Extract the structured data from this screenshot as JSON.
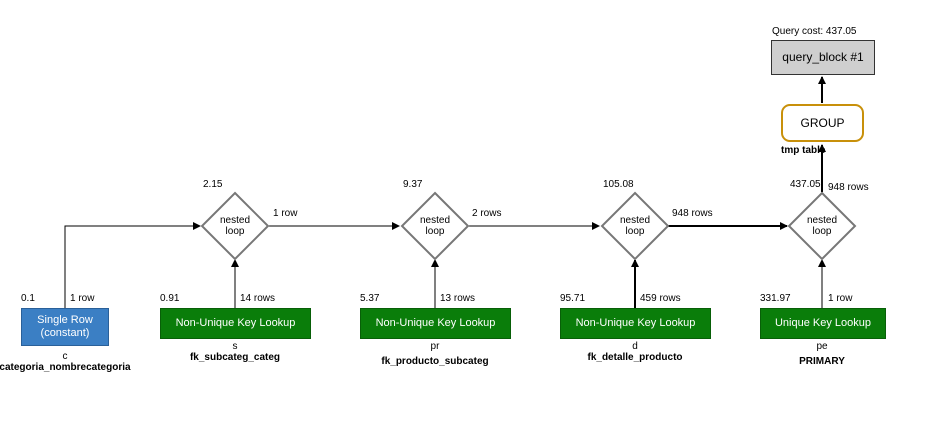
{
  "query_cost": "Query cost: 437.05",
  "query_block": "query_block #1",
  "group": {
    "label": "GROUP",
    "sub": "tmp table"
  },
  "nested_loops": [
    {
      "label": "nested loop",
      "cost": "2.15",
      "rows_out": "1 row"
    },
    {
      "label": "nested loop",
      "cost": "9.37",
      "rows_out": "2 rows"
    },
    {
      "label": "nested loop",
      "cost": "105.08",
      "rows_out": "948 rows"
    },
    {
      "label": "nested loop",
      "cost": "437.05",
      "rows_out": "948 rows"
    }
  ],
  "tables": [
    {
      "access": "Single Row (constant)",
      "access_line1": "Single Row",
      "access_line2": "(constant)",
      "cost": "0.1",
      "rows": "1 row",
      "alias": "c",
      "key": "categoria_nombrecategoria",
      "color": "#3b7fc4"
    },
    {
      "access": "Non-Unique Key Lookup",
      "cost": "0.91",
      "rows": "14 rows",
      "alias": "s",
      "key": "fk_subcateg_categ",
      "color": "#0a7d0a"
    },
    {
      "access": "Non-Unique Key Lookup",
      "cost": "5.37",
      "rows": "13 rows",
      "alias": "pr",
      "key": "fk_producto_subcateg",
      "color": "#0a7d0a"
    },
    {
      "access": "Non-Unique Key Lookup",
      "cost": "95.71",
      "rows": "459 rows",
      "alias": "d",
      "key": "fk_detalle_producto",
      "color": "#0a7d0a"
    },
    {
      "access": "Unique Key Lookup",
      "cost": "331.97",
      "rows": "1 row",
      "alias": "pe",
      "key": "PRIMARY",
      "color": "#0a7d0a"
    }
  ]
}
